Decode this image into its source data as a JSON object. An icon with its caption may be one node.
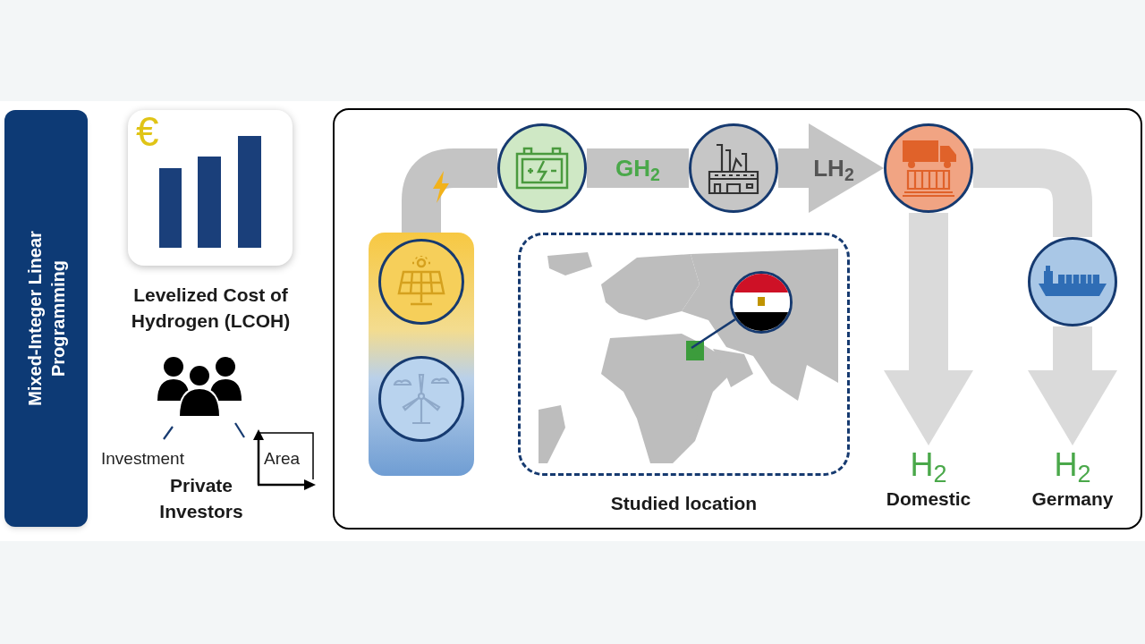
{
  "diagram": {
    "nodes": [
      {
        "text": [
          "Mixed-Integer Linear Programming"
        ]
      },
      {
        "text": [
          "Levelized Cost of Hydrogen (LCOH)"
        ]
      },
      {
        "text": [],
        "shape": "box"
      },
      {
        "text": [],
        "shape": "box",
        "in": 2
      },
      {
        "text": [],
        "shape": "circle",
        "in": 3
      },
      {
        "text": [],
        "shape": "circle",
        "in": 3
      },
      {
        "text": [],
        "shape": "circle",
        "in": 2
      },
      {
        "text": [],
        "shape": "circle",
        "in": 2
      },
      {
        "text": [],
        "shape": "circle",
        "in": 2
      },
      {
        "text": [],
        "shape": "circle",
        "in": 2
      },
      {
        "text": [
          "Studied location"
        ],
        "in": 2
      },
      {
        "text": [],
        "shape": "circle",
        "in": 10
      },
      {
        "text": [
          "H$_{2}$",
          "Domestic"
        ],
        "in": 2
      },
      {
        "text": [
          "H$_{2}$",
          "Germany"
        ],
        "in": 2
      }
    ],
    "edges": [
      {
        "from": 3,
        "to": 6,
        "arrow": "none"
      },
      {
        "from": 6,
        "to": 7,
        "arrow": "none",
        "label": "GH$_{2}$"
      },
      {
        "from": 7,
        "to": 8,
        "arrow": "to",
        "label": "LH$_{2}$"
      },
      {
        "from": 8,
        "to": 12,
        "arrow": "to",
        "color": "#dadada"
      },
      {
        "from": 8,
        "to": 9,
        "arrow": "none",
        "color": "#dadada"
      },
      {
        "from": 9,
        "to": 13,
        "arrow": "to",
        "color": "#dadada"
      },
      {
        "from": 11,
        "to": null,
        "arrow": "none",
        "color": "#163a70"
      }
    ],
    "labels": [
      "€",
      "Investment",
      "Area",
      "Private Investors"
    ]
  }
}
